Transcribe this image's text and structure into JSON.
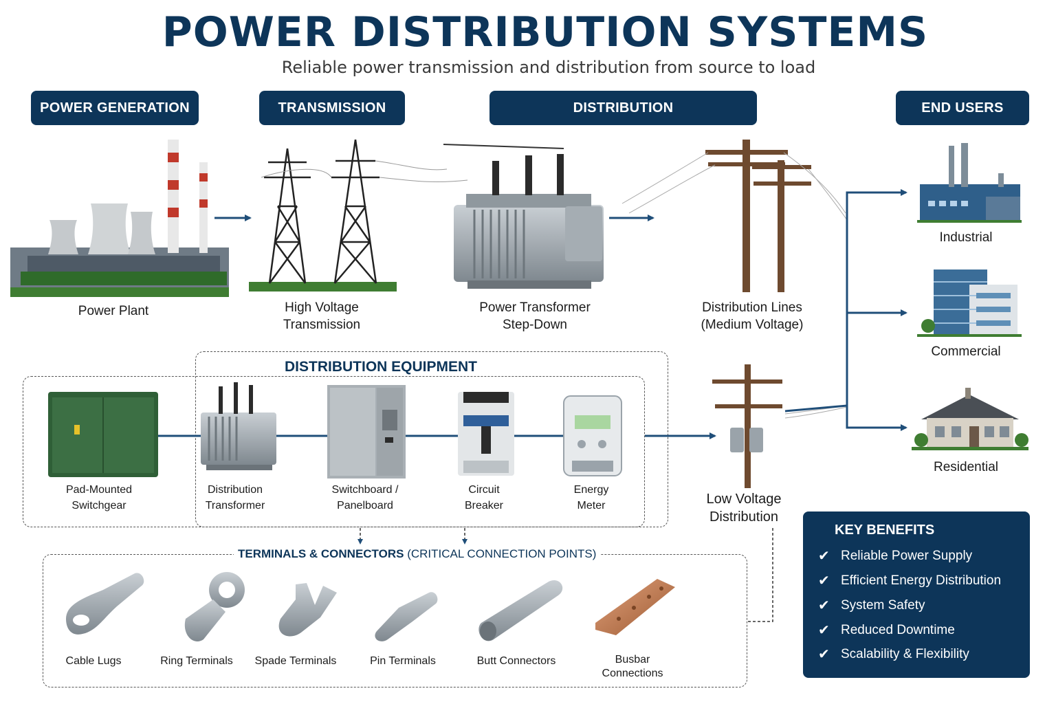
{
  "header": {
    "title": "POWER DISTRIBUTION SYSTEMS",
    "subtitle": "Reliable power transmission and distribution from source to load"
  },
  "stages": [
    "POWER GENERATION",
    "TRANSMISSION",
    "DISTRIBUTION",
    "END USERS"
  ],
  "top_row": {
    "power_plant": "Power Plant",
    "high_voltage": [
      "High Voltage",
      "Transmission"
    ],
    "transformer": [
      "Power Transformer",
      "Step-Down"
    ],
    "dist_lines": [
      "Distribution Lines",
      "(Medium Voltage)"
    ]
  },
  "low_voltage": [
    "Low Voltage",
    "Distribution"
  ],
  "end_users": [
    "Industrial",
    "Commercial",
    "Residential"
  ],
  "equipment": {
    "heading": "DISTRIBUTION EQUIPMENT",
    "items": [
      [
        "Pad-Mounted",
        "Switchgear"
      ],
      [
        "Distribution",
        "Transformer"
      ],
      [
        "Switchboard /",
        "Panelboard"
      ],
      [
        "Circuit",
        "Breaker"
      ],
      [
        "Energy",
        "Meter"
      ]
    ]
  },
  "terminals": {
    "heading": "TERMINALS & CONNECTORS",
    "heading_note": "(CRITICAL CONNECTION POINTS)",
    "items": [
      "Cable Lugs",
      "Ring Terminals",
      "Spade Terminals",
      "Pin Terminals",
      "Butt Connectors"
    ],
    "busbar": [
      "Busbar",
      "Connections"
    ]
  },
  "benefits": {
    "heading": "KEY BENEFITS",
    "items": [
      "Reliable Power Supply",
      "Efficient Energy Distribution",
      "System Safety",
      "Reduced Downtime",
      "Scalability & Flexibility"
    ]
  },
  "colors": {
    "navy": "#0d3559",
    "arrow": "#1f4e79",
    "steel": "#9aa3aa",
    "copper": "#b86f45",
    "pole": "#6e4a2f",
    "grass": "#3f7d32"
  },
  "icons": [
    "power-plant-icon",
    "transmission-tower-icon",
    "transformer-icon",
    "utility-pole-icon",
    "factory-icon",
    "office-building-icon",
    "house-icon",
    "checkmark-icon"
  ]
}
